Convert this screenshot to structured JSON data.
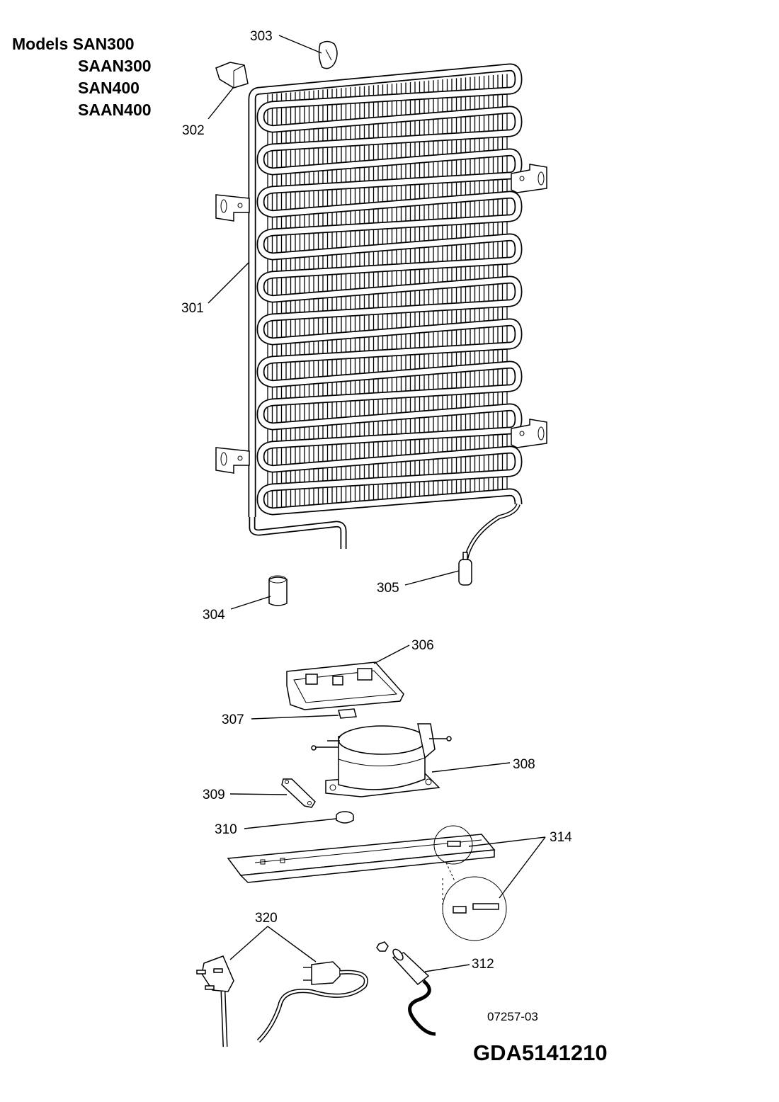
{
  "models": {
    "line1": "Models SAN300",
    "line2": "SAAN300",
    "line3": "SAN400",
    "line4": "SAAN400"
  },
  "callouts": {
    "c301": "301",
    "c302": "302",
    "c303": "303",
    "c304": "304",
    "c305": "305",
    "c306": "306",
    "c307": "307",
    "c308": "308",
    "c309": "309",
    "c310": "310",
    "c312": "312",
    "c314": "314",
    "c320": "320"
  },
  "drawing_code": "07257-03",
  "document_code": "GDA5141210"
}
